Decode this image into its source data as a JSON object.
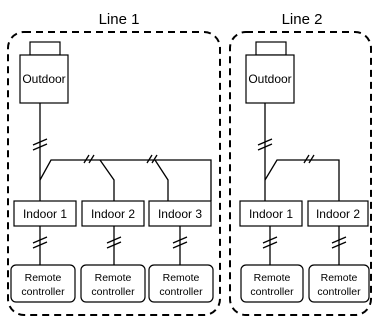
{
  "lines": [
    {
      "title": "Line 1",
      "outdoor": "Outdoor",
      "indoor_units": [
        "Indoor 1",
        "Indoor 2",
        "Indoor 3"
      ],
      "remote_controllers": [
        {
          "line1": "Remote",
          "line2": "controller"
        },
        {
          "line1": "Remote",
          "line2": "controller"
        },
        {
          "line1": "Remote",
          "line2": "controller"
        }
      ]
    },
    {
      "title": "Line 2",
      "outdoor": "Outdoor",
      "indoor_units": [
        "Indoor 1",
        "Indoor 2"
      ],
      "remote_controllers": [
        {
          "line1": "Remote",
          "line2": "controller"
        },
        {
          "line1": "Remote",
          "line2": "controller"
        }
      ]
    }
  ]
}
